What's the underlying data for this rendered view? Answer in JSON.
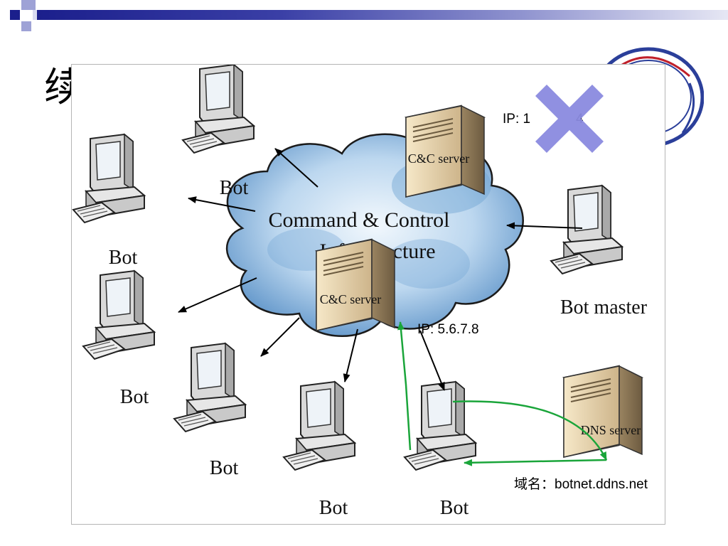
{
  "slide": {
    "title": "续",
    "accent_color": "#1b1f8c",
    "seal_icon": "university-seal-icon"
  },
  "diagram": {
    "cloud_title_line1": "Command & Control",
    "cloud_title_line2": "Infrastructure",
    "server_label": "C&C server",
    "dns_server_label": "DNS server",
    "bot_label": "Bot",
    "bot_master_label": "Bot master",
    "ip_blocked_visible_start": "IP: 1",
    "ip_blocked_visible_end": "4",
    "ip_active": "IP: 5.6.7.8",
    "domain_label": "域名：botnet.ddns.net",
    "blocked_icon": "blocked-x-icon",
    "arrow_color_dns": "#1aa53a"
  }
}
